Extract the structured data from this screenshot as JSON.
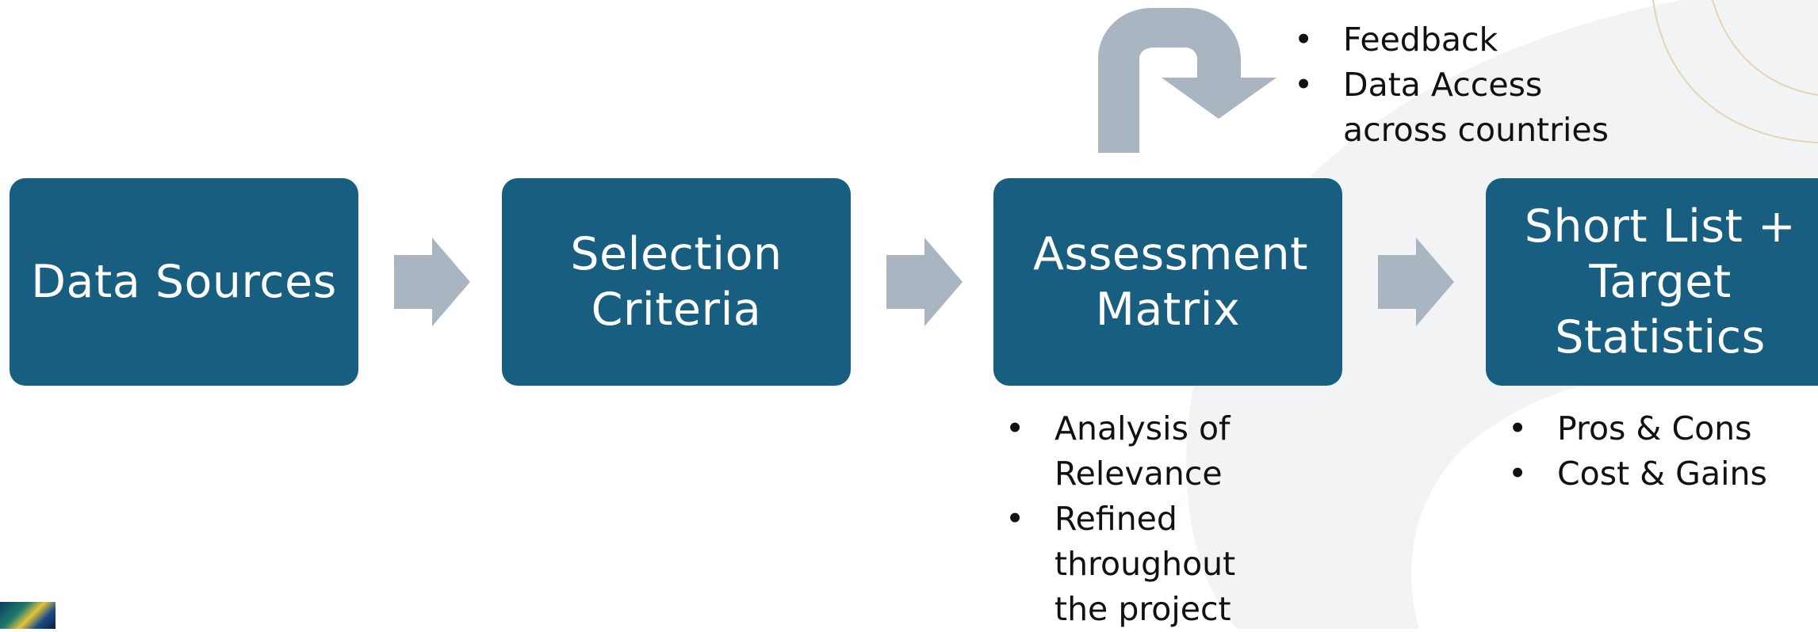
{
  "diagram": {
    "steps": [
      {
        "label": "Data Sources"
      },
      {
        "label": "Selection Criteria"
      },
      {
        "label": "Assessment Matrix"
      },
      {
        "label": "Short List + Target Statistics"
      }
    ],
    "feedback_notes": [
      "Feedback",
      "Data Access across countries"
    ],
    "assessment_notes": [
      "Analysis of Relevance",
      "Refined throughout the project"
    ],
    "shortlist_notes": [
      "Pros & Cons",
      "Cost & Gains"
    ]
  },
  "colors": {
    "box_fill": "#175e81",
    "box_text": "#ffffff",
    "arrow_fill": "#a9b5c1",
    "note_text": "#111111",
    "background_shape": "#f2f3f5",
    "accent_line": "#e6d3b8"
  }
}
